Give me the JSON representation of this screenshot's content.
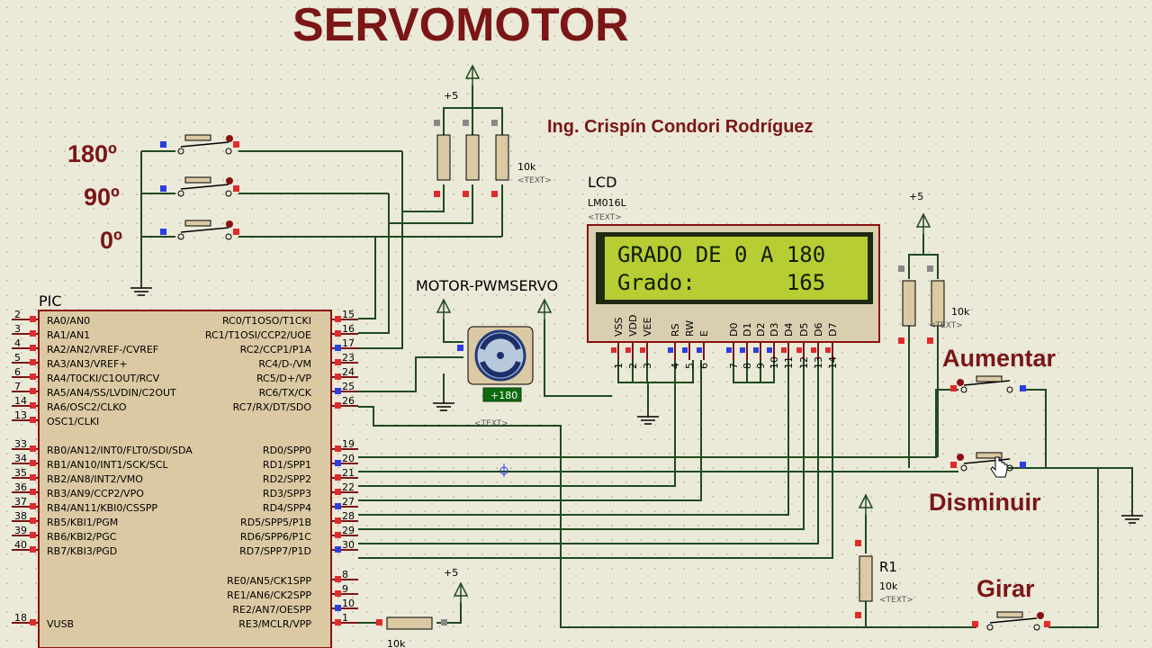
{
  "title": "SERVOMOTOR",
  "author": "Ing. Crispín Condori Rodríguez",
  "colors": {
    "accent": "#7a1616",
    "wire": "#1f4a1f",
    "lcd_screen": "#b8cc33",
    "component_fill": "#dbc9a3"
  },
  "buttons": {
    "b180": "180º",
    "b90": "90º",
    "b0": "0º",
    "aumentar": "Aumentar",
    "disminuir": "Disminuir",
    "girar": "Girar"
  },
  "supply": {
    "p1": "+5",
    "p2": "+5",
    "p3": "+5"
  },
  "resistors": {
    "top_value": "10k",
    "top_text": "<TEXT>",
    "right_value": "10k",
    "right_text": "<TEXT>",
    "r1_name": "R1",
    "r1_value": "10k",
    "r1_text": "<TEXT>",
    "bottom_value": "10k"
  },
  "lcd": {
    "label": "LCD",
    "model": "LM016L",
    "text": "<TEXT>",
    "line1": "GRADO DE 0 A 180",
    "line2": "Grado:       165",
    "pins": [
      "VSS",
      "VDD",
      "VEE",
      "RS",
      "RW",
      "E",
      "D0",
      "D1",
      "D2",
      "D3",
      "D4",
      "D5",
      "D6",
      "D7"
    ],
    "pin_numbers": [
      "1",
      "2",
      "3",
      "4",
      "5",
      "6",
      "7",
      "8",
      "9",
      "10",
      "11",
      "12",
      "13",
      "14"
    ]
  },
  "motor": {
    "label": "MOTOR-PWMSERVO",
    "angle": "+180",
    "text": "<TEXT>"
  },
  "pic": {
    "label": "PIC",
    "left_pins": [
      {
        "num": "2",
        "name": "RA0/AN0"
      },
      {
        "num": "3",
        "name": "RA1/AN1"
      },
      {
        "num": "4",
        "name": "RA2/AN2/VREF-/CVREF"
      },
      {
        "num": "5",
        "name": "RA3/AN3/VREF+"
      },
      {
        "num": "6",
        "name": "RA4/T0CKI/C1OUT/RCV"
      },
      {
        "num": "7",
        "name": "RA5/AN4/SS/LVDIN/C2OUT"
      },
      {
        "num": "14",
        "name": "RA6/OSC2/CLKO"
      },
      {
        "num": "13",
        "name": "OSC1/CLKI"
      },
      {
        "num": "33",
        "name": "RB0/AN12/INT0/FLT0/SDI/SDA"
      },
      {
        "num": "34",
        "name": "RB1/AN10/INT1/SCK/SCL"
      },
      {
        "num": "35",
        "name": "RB2/AN8/INT2/VMO"
      },
      {
        "num": "36",
        "name": "RB3/AN9/CCP2/VPO"
      },
      {
        "num": "37",
        "name": "RB4/AN11/KBI0/CSSPP"
      },
      {
        "num": "38",
        "name": "RB5/KBI1/PGM"
      },
      {
        "num": "39",
        "name": "RB6/KBI2/PGC"
      },
      {
        "num": "40",
        "name": "RB7/KBI3/PGD"
      },
      {
        "num": "18",
        "name": "VUSB"
      }
    ],
    "right_pins": [
      {
        "num": "15",
        "name": "RC0/T1OSO/T1CKI"
      },
      {
        "num": "16",
        "name": "RC1/T1OSI/CCP2/UOE"
      },
      {
        "num": "17",
        "name": "RC2/CCP1/P1A"
      },
      {
        "num": "23",
        "name": "RC4/D-/VM"
      },
      {
        "num": "24",
        "name": "RC5/D+/VP"
      },
      {
        "num": "25",
        "name": "RC6/TX/CK"
      },
      {
        "num": "26",
        "name": "RC7/RX/DT/SDO"
      },
      {
        "num": "19",
        "name": "RD0/SPP0"
      },
      {
        "num": "20",
        "name": "RD1/SPP1"
      },
      {
        "num": "21",
        "name": "RD2/SPP2"
      },
      {
        "num": "22",
        "name": "RD3/SPP3"
      },
      {
        "num": "27",
        "name": "RD4/SPP4"
      },
      {
        "num": "28",
        "name": "RD5/SPP5/P1B"
      },
      {
        "num": "29",
        "name": "RD6/SPP6/P1C"
      },
      {
        "num": "30",
        "name": "RD7/SPP7/P1D"
      },
      {
        "num": "8",
        "name": "RE0/AN5/CK1SPP"
      },
      {
        "num": "9",
        "name": "RE1/AN6/CK2SPP"
      },
      {
        "num": "10",
        "name": "RE2/AN7/OESPP"
      },
      {
        "num": "1",
        "name": "RE3/MCLR/VPP"
      }
    ]
  }
}
